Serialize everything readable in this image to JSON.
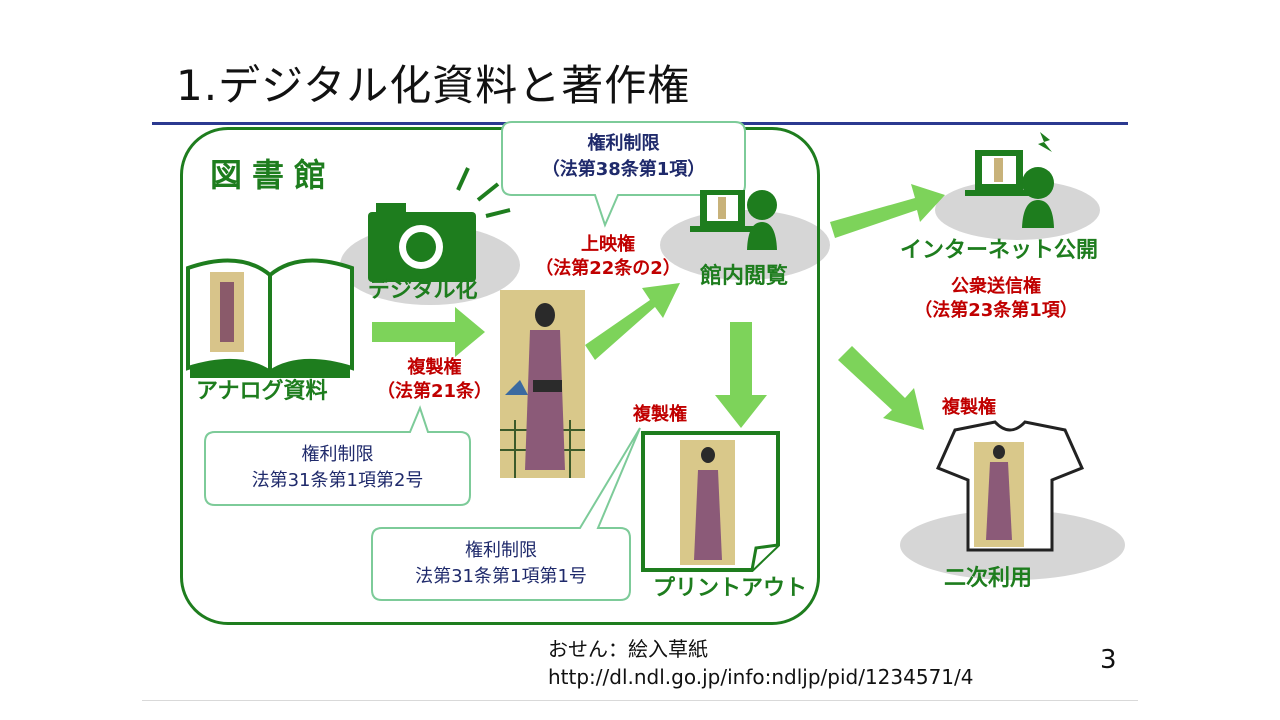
{
  "slide": {
    "title": "1.デジタル化資料と著作権",
    "page_number": "3"
  },
  "library": {
    "label": "図書館"
  },
  "nodes": {
    "analog": "アナログ資料",
    "digitize": "デジタル化",
    "reading_room": "館内閲覧",
    "internet": "インターネット公開",
    "printout": "プリントアウト",
    "secondary_use": "二次利用"
  },
  "rights": {
    "reproduction_main": {
      "line1": "複製権",
      "line2": "（法第21条）"
    },
    "screening": {
      "line1": "上映権",
      "line2": "（法第22条の2）"
    },
    "reproduction_print": "複製権",
    "public_transmission": {
      "line1": "公衆送信権",
      "line2": "（法第23条第1項）"
    },
    "reproduction_secondary": "複製権"
  },
  "callouts": {
    "art38": {
      "line1": "権利制限",
      "line2": "（法第38条第1項）"
    },
    "art31_2": {
      "line1": "権利制限",
      "line2": "法第31条第1項第2号"
    },
    "art31_1": {
      "line1": "権利制限",
      "line2": "法第31条第1項第1号"
    }
  },
  "source": {
    "line1": "おせん：絵入草紙",
    "line2": "http://dl.ndl.go.jp/info:ndljp/pid/1234571/4"
  },
  "colors": {
    "green_dark": "#1e7d1e",
    "green_arrow": "#7dd35a",
    "red": "#c00000",
    "navy": "#1f2a6b",
    "rule_blue": "#2b3990"
  },
  "icons": [
    "book-icon",
    "camera-icon",
    "person-computer-icon",
    "printed-page-icon",
    "tshirt-icon",
    "ukiyoe-image"
  ]
}
